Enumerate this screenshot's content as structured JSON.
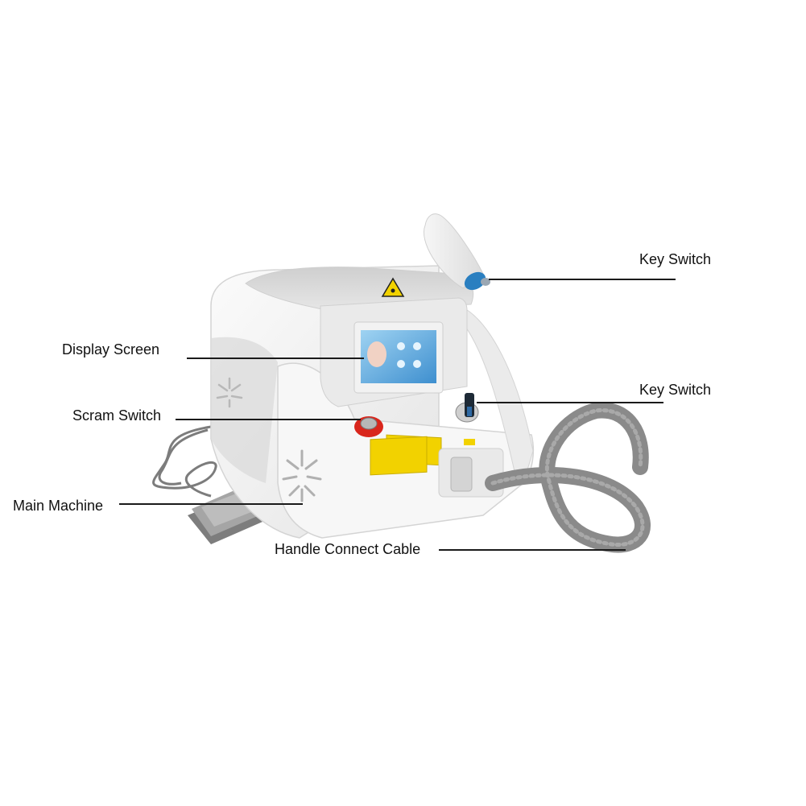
{
  "labels": {
    "key_switch_top": "Key Switch",
    "display_screen": "Display Screen",
    "key_switch_right": "Key Switch",
    "scram_switch": "Scram Switch",
    "main_machine": "Main Machine",
    "handle_connect_cable": "Handle Connect Cable"
  },
  "colors": {
    "body": "#f3f3f3",
    "shell_grey": "#dcdcdc",
    "panel": "#e9e9e9",
    "screen": "#6fb2e0",
    "cable": "#8a8a8a",
    "warning_yellow": "#f2d200",
    "scram_red": "#d9261c",
    "handpiece_tip": "#2a7fc0",
    "leader_line": "#1a1a1a"
  },
  "icons": [
    "laser-warning-icon",
    "fan-vent-icon",
    "foot-pedal-icon"
  ]
}
